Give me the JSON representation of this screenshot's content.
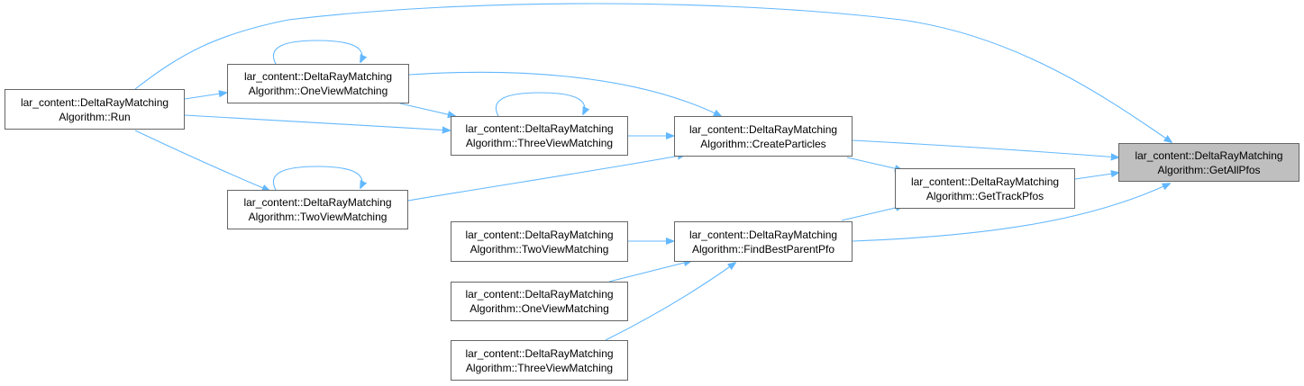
{
  "graph": {
    "edge_color": "#63b8ff",
    "node_border": "#666666",
    "focus_fill": "#bfbfbf",
    "nodes": {
      "getallpfos": {
        "line1": "lar_content::DeltaRayMatching",
        "line2": "Algorithm::GetAllPfos",
        "focus": true
      },
      "run": {
        "line1": "lar_content::DeltaRayMatching",
        "line2": "Algorithm::Run"
      },
      "oneview_a": {
        "line1": "lar_content::DeltaRayMatching",
        "line2": "Algorithm::OneViewMatching"
      },
      "threeview_a": {
        "line1": "lar_content::DeltaRayMatching",
        "line2": "Algorithm::ThreeViewMatching"
      },
      "twoview_a": {
        "line1": "lar_content::DeltaRayMatching",
        "line2": "Algorithm::TwoViewMatching"
      },
      "createparticles": {
        "line1": "lar_content::DeltaRayMatching",
        "line2": "Algorithm::CreateParticles"
      },
      "gettrackpfos": {
        "line1": "lar_content::DeltaRayMatching",
        "line2": "Algorithm::GetTrackPfos"
      },
      "findbestparentpfo": {
        "line1": "lar_content::DeltaRayMatching",
        "line2": "Algorithm::FindBestParentPfo"
      },
      "twoview_b": {
        "line1": "lar_content::DeltaRayMatching",
        "line2": "Algorithm::TwoViewMatching"
      },
      "oneview_b": {
        "line1": "lar_content::DeltaRayMatching",
        "line2": "Algorithm::OneViewMatching"
      },
      "threeview_b": {
        "line1": "lar_content::DeltaRayMatching",
        "line2": "Algorithm::ThreeViewMatching"
      }
    }
  }
}
